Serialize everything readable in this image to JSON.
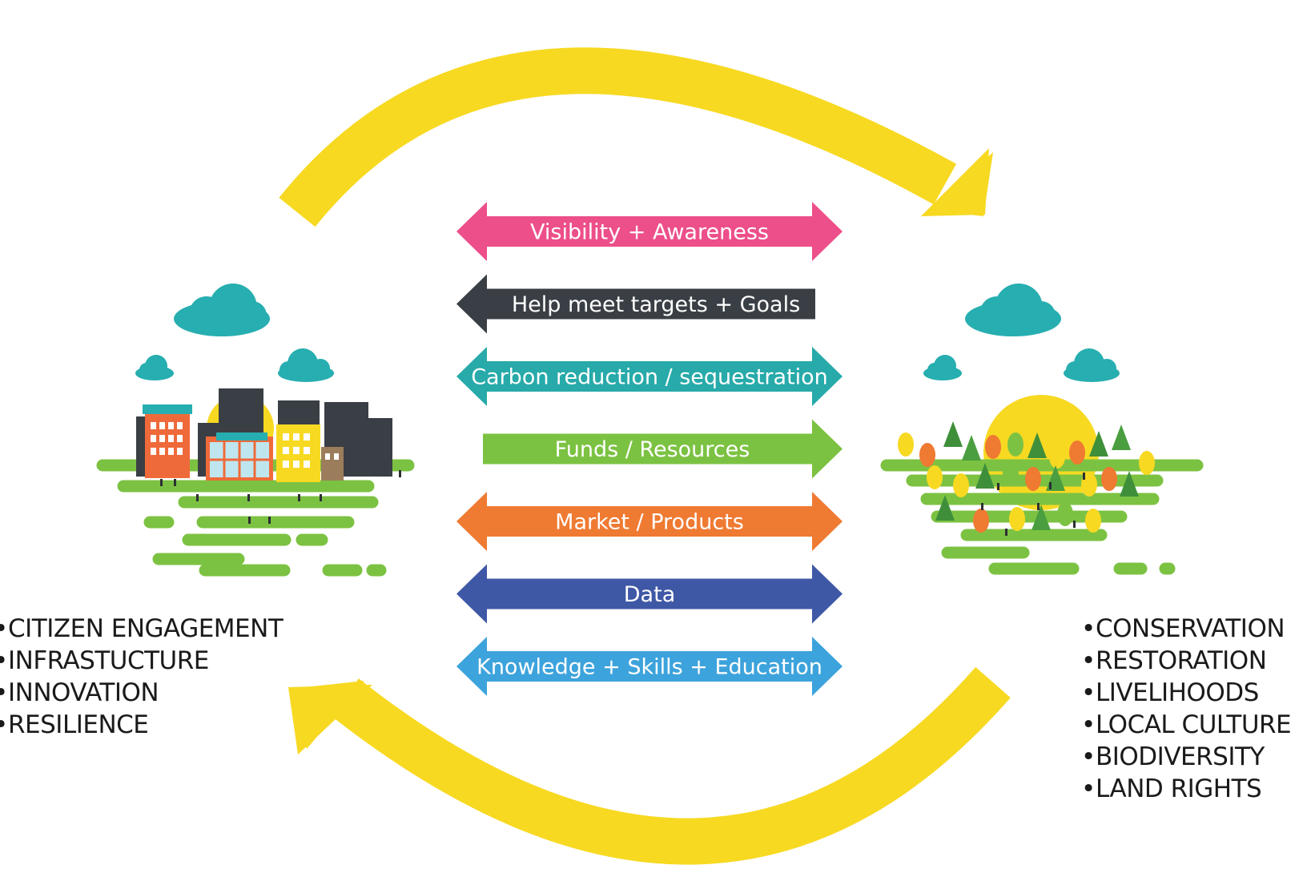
{
  "arrows": [
    {
      "label": "Visibility + Awareness",
      "direction": "both",
      "color": "#ec4f8a"
    },
    {
      "label": "Help meet targets + Goals",
      "direction": "left",
      "color": "#3a3f45"
    },
    {
      "label": "Carbon reduction / sequestration",
      "direction": "both",
      "color": "#27aaa9"
    },
    {
      "label": "Funds / Resources",
      "direction": "right",
      "color": "#7cc242"
    },
    {
      "label": "Market / Products",
      "direction": "both",
      "color": "#ef7a32"
    },
    {
      "label": "Data",
      "direction": "both",
      "color": "#3f58a6"
    },
    {
      "label": "Knowledge + Skills + Education",
      "direction": "both",
      "color": "#3da3dc"
    }
  ],
  "city": {
    "items": [
      "CITIZEN ENGAGEMENT",
      "INFRASTUCTURE",
      "INNOVATION",
      "RESILIENCE"
    ]
  },
  "nature": {
    "items": [
      "CONSERVATION",
      "RESTORATION",
      "LIVELIHOODS",
      "LOCAL CULTURE",
      "BIODIVERSITY",
      "LAND RIGHTS"
    ]
  },
  "colors": {
    "cycle": "#f7d922",
    "cloud": "#27aeb0",
    "ground": "#7cc242",
    "sun": "#f7d922"
  },
  "icons": [
    "cycle-arrow-top",
    "cycle-arrow-bottom",
    "city-illustration",
    "forest-illustration",
    "cloud-icon",
    "sun-icon",
    "tree-icon",
    "building-icon"
  ]
}
